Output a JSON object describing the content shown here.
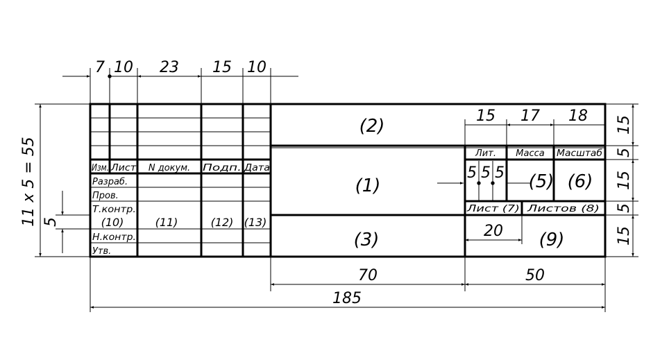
{
  "top_dims": [
    "7",
    "10",
    "23",
    "15",
    "10"
  ],
  "left_dims": {
    "total": "11 x 5 = 55",
    "row": "5"
  },
  "right_dims": [
    "15",
    "5",
    "15",
    "5",
    "15"
  ],
  "bottom_dims": {
    "d70": "70",
    "d50": "50",
    "d185": "185"
  },
  "inner_dims": {
    "d15": "15",
    "d17": "17",
    "d18": "18",
    "d20": "20",
    "d5a": "5",
    "d5b": "5",
    "d5c": "5"
  },
  "headers": {
    "izm": "Изм.",
    "list": "Лист",
    "ndoc": "N докум.",
    "podp": "Подп.",
    "data": "Дата"
  },
  "roles": {
    "razrab": "Разраб.",
    "prov": "Пров.",
    "tkontr": "Т.контр.",
    "nkontr": "Н.контр.",
    "utv": "Утв."
  },
  "col_nums": {
    "n10": "(10)",
    "n11": "(11)",
    "n12": "(12)",
    "n13": "(13)"
  },
  "fields": {
    "f1": "(1)",
    "f2": "(2)",
    "f3": "(3)",
    "f5": "(5)",
    "f6": "(6)",
    "f9": "(9)"
  },
  "right_block": {
    "lit": "Лит.",
    "massa": "Масса",
    "masshtab": "Масштаб",
    "list7": "Лист (7)",
    "listov8": "Листов (8)"
  }
}
